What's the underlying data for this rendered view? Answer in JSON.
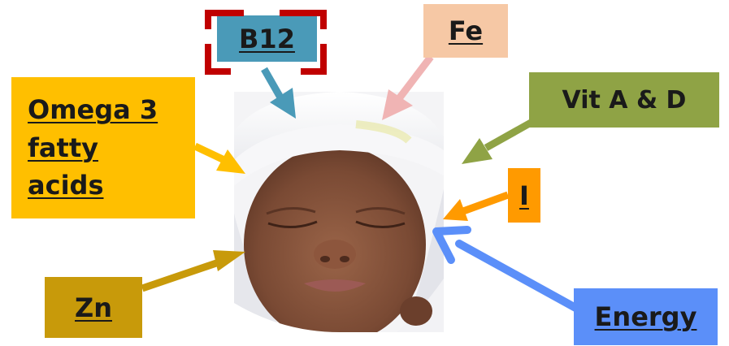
{
  "labels": {
    "b12": "B12",
    "fe": "Fe",
    "omega": [
      "Omega 3",
      "fatty",
      "acids"
    ],
    "vit_ad": "Vit A & D",
    "iodine": "I",
    "zn": "Zn",
    "energy": "Energy"
  },
  "colors": {
    "b12": "#4a9ab8",
    "fe": "#f6c8a5",
    "omega": "#ffbf00",
    "vit_ad": "#8fa345",
    "iodine": "#ff9a00",
    "zn": "#c89a0a",
    "energy": "#5b8ff9",
    "selection": "#c00000",
    "arrow_fe": "#f0b4b4"
  }
}
